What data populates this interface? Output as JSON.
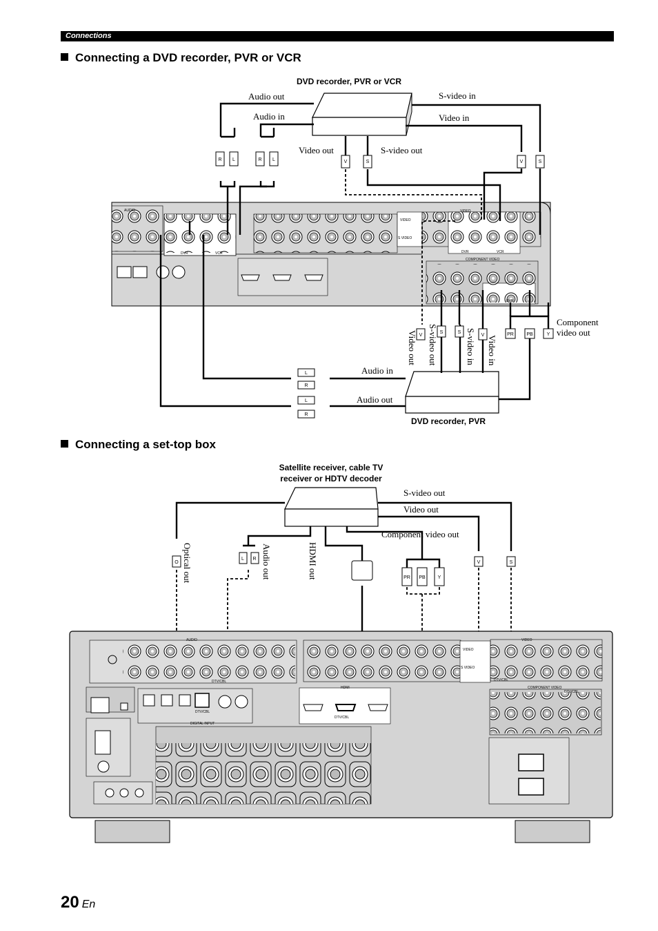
{
  "header": {
    "section": "Connections"
  },
  "section1": {
    "title": "Connecting a DVD recorder, PVR or VCR",
    "top_device": "DVD recorder, PVR or VCR",
    "bottom_device": "DVD recorder, PVR",
    "labels": {
      "audio_out_top": "Audio out",
      "audio_in_top": "Audio in",
      "svideo_in_top": "S-video in",
      "video_in_top": "Video in",
      "video_out_top": "Video out",
      "svideo_out_top": "S-video out",
      "component_video_out": "Component video out",
      "video_out_v": "Video out",
      "svideo_out_v": "S-video out",
      "svideo_in_v": "S-video in",
      "video_in_v": "Video in",
      "audio_in_bottom": "Audio in",
      "audio_out_bottom": "Audio out"
    }
  },
  "section2": {
    "title": "Connecting a set-top box",
    "device_line1": "Satellite receiver, cable TV",
    "device_line2": "receiver or HDTV decoder",
    "labels": {
      "svideo_out": "S-video out",
      "video_out": "Video out",
      "component_video_out": "Component video out",
      "optical_out": "Optical out",
      "audio_out": "Audio out",
      "hdmi_out": "HDMI out"
    }
  },
  "page": {
    "number": "20",
    "lang": "En"
  }
}
